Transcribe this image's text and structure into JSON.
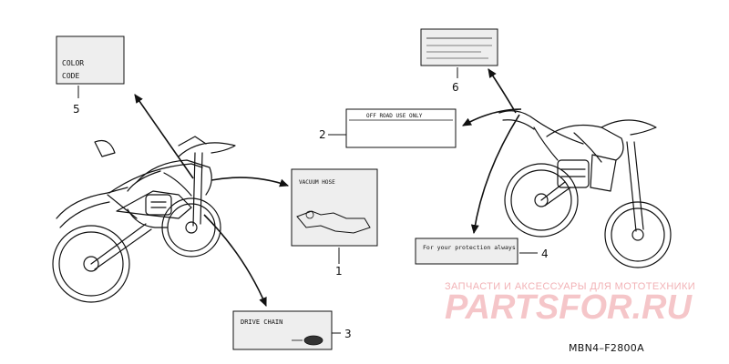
{
  "labels": {
    "color_code_line1": "COLOR",
    "color_code_line2": "CODE",
    "off_road": "OFF ROAD USE ONLY",
    "vacuum_hose": "VACUUM HOSE",
    "protection": "For your protection always",
    "drive_chain": "DRIVE  CHAIN"
  },
  "callouts": {
    "n1": "1",
    "n2": "2",
    "n3": "3",
    "n4": "4",
    "n5": "5",
    "n6": "6"
  },
  "diagram_code": "MBN4–F2800A",
  "watermark": {
    "tagline": "ЗАПЧАСТИ И АКСЕССУАРЫ ДЛЯ МОТОТЕХНИКИ",
    "brand": "PARTSFOR.RU"
  },
  "colors": {
    "line": "#111111",
    "watermark": "#f5c6c9",
    "label_fill": "#eeeeee"
  }
}
